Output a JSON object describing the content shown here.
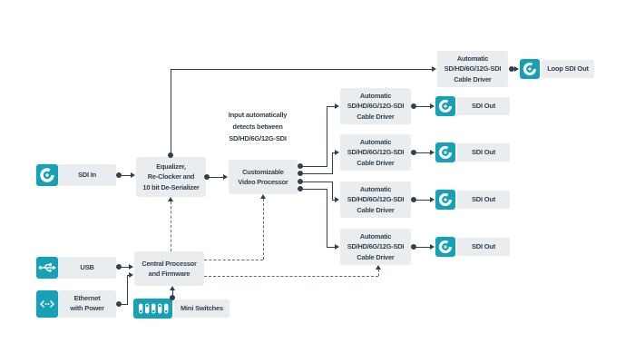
{
  "colors": {
    "teal": "#17a1b6",
    "box_gray": "#e9edef",
    "ink": "#31424e"
  },
  "annotation": "Input automatically\ndetects between\nSD/HD/6G/12G-SDI",
  "inputs": {
    "sdi_in": "SDI In",
    "usb": "USB",
    "ethernet": "Ethernet\nwith Power",
    "mini_switches": "Mini Switches"
  },
  "blocks": {
    "equalizer": "Equalizer,\nRe-Clocker and\n10 bit De-Serializer",
    "video_processor": "Customizable\nVideo Processor",
    "central_processor": "Central Processor\nand Firmware"
  },
  "right_column": {
    "loop_driver": "Automatic\nSD/HD/6G/12G-SDI\nCable Driver",
    "loop_out_label": "Loop SDI Out",
    "drivers": [
      {
        "text": "Automatic\nSD/HD/6G/12G-SDI\nCable Driver"
      },
      {
        "text": "Automatic\nSD/HD/6G/12G-SDI\nCable Driver"
      },
      {
        "text": "Automatic\nSD/HD/6G/12G-SDI\nCable Driver"
      },
      {
        "text": "Automatic\nSD/HD/6G/12G-SDI\nCable Driver"
      }
    ],
    "sdi_out_labels": [
      {
        "label": "SDI Out"
      },
      {
        "label": "SDI Out"
      },
      {
        "label": "SDI Out"
      },
      {
        "label": "SDI Out"
      }
    ]
  },
  "icons": {
    "sdi": "bnc-connector",
    "usb": "usb-trident",
    "ethernet": "ethernet-link",
    "mini_switches": "dip-switches"
  }
}
